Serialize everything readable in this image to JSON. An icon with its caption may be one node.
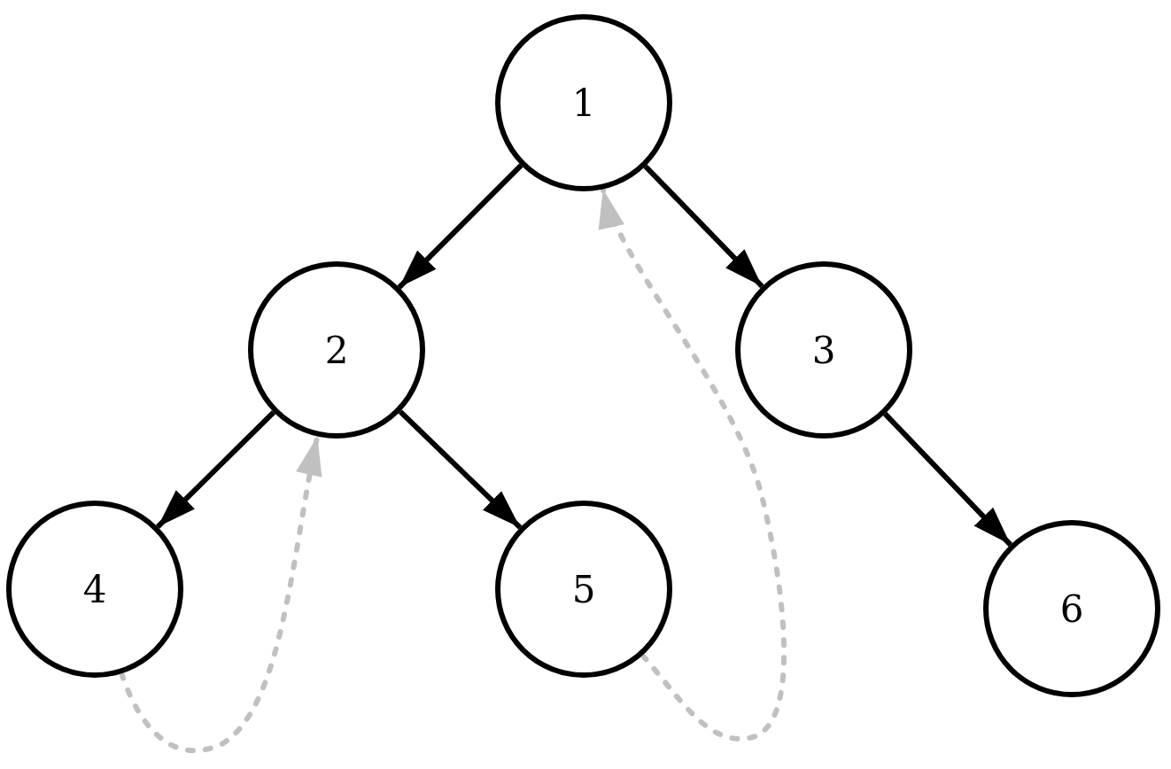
{
  "diagram": {
    "nodes": [
      {
        "text": [
          "1"
        ]
      },
      {
        "text": [
          "2"
        ]
      },
      {
        "text": [
          "3"
        ]
      },
      {
        "text": [
          "4"
        ]
      },
      {
        "text": [
          "5"
        ]
      },
      {
        "text": [
          "6"
        ]
      }
    ],
    "edges": [
      {
        "from": 0,
        "to": 1,
        "arrow": "to"
      },
      {
        "from": 0,
        "to": 2,
        "arrow": "to"
      },
      {
        "from": 1,
        "to": 3,
        "arrow": "to"
      },
      {
        "from": 1,
        "to": 4,
        "arrow": "to"
      },
      {
        "from": 2,
        "to": 5,
        "arrow": "to"
      },
      {
        "from": 3,
        "to": 1,
        "arrow": "to",
        "style": "dashed",
        "color": "#c0c0c0"
      },
      {
        "from": 4,
        "to": 0,
        "arrow": "to",
        "style": "dashed",
        "color": "#c0c0c0"
      }
    ]
  }
}
